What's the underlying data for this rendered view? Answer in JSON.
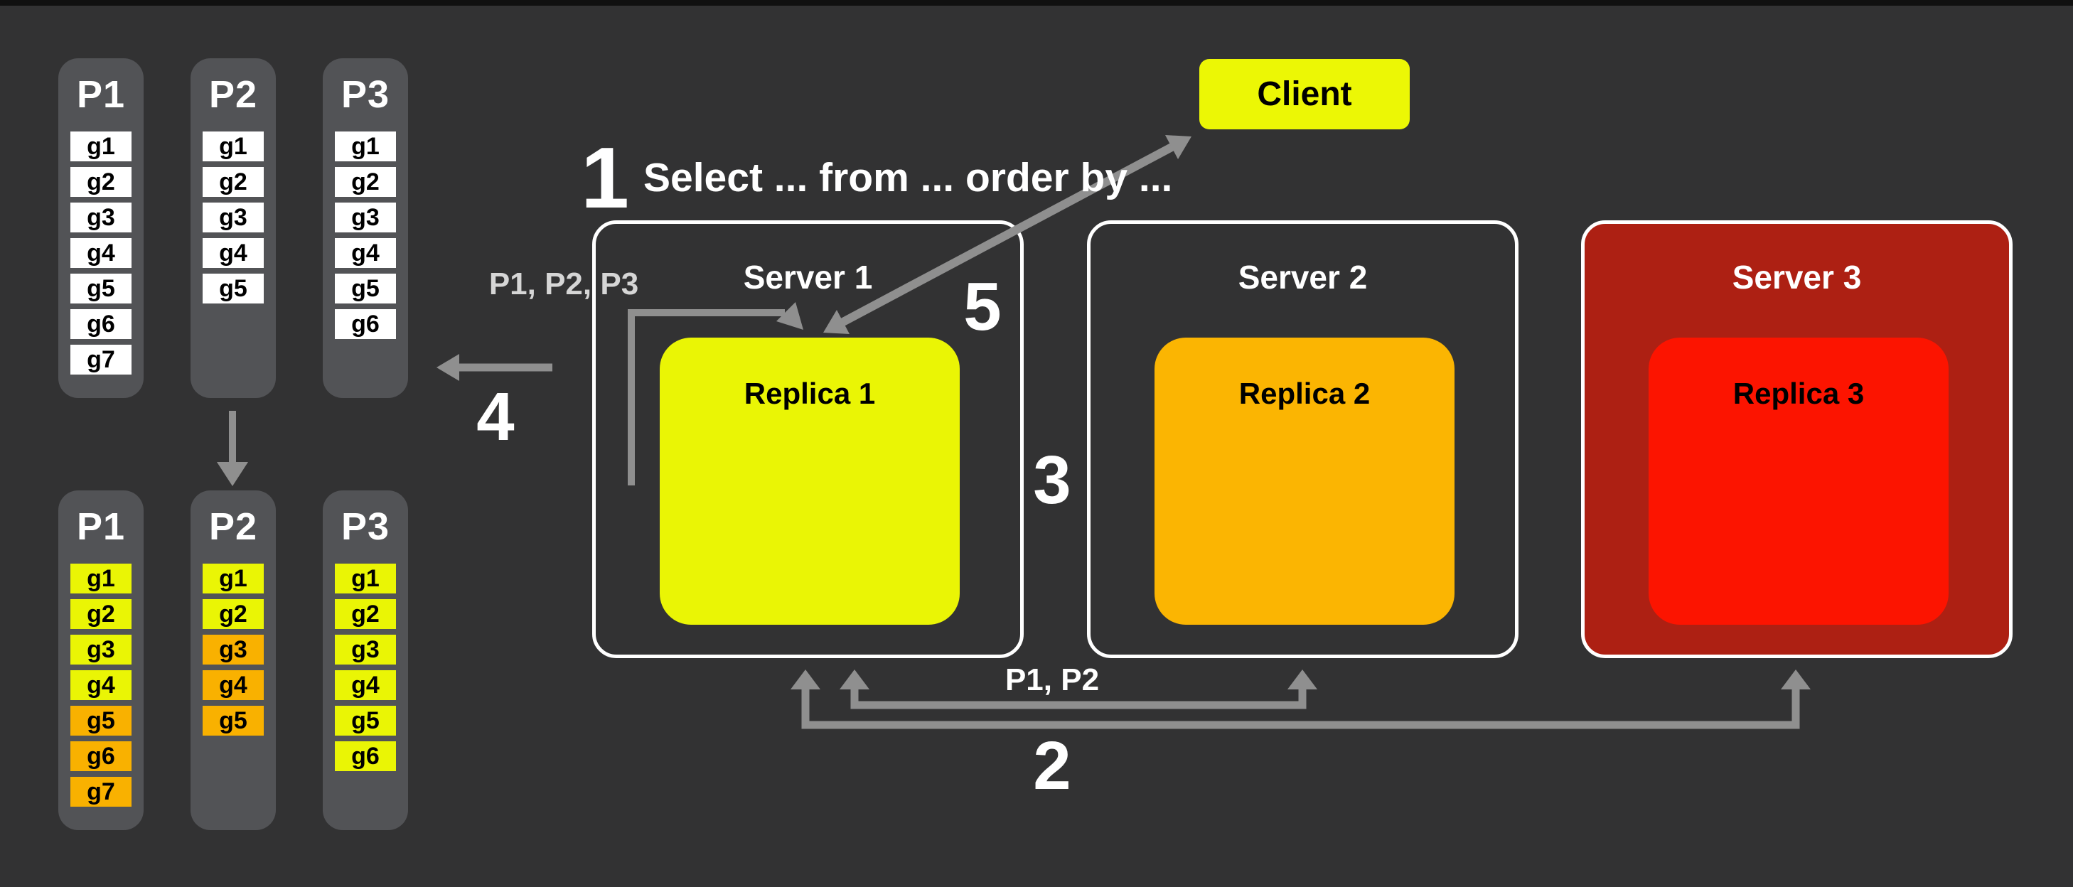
{
  "canvas": {
    "background": "#323233"
  },
  "colors": {
    "yellow": "#eaf505",
    "orange": "#f9b100",
    "replica2_orange": "#fbb502",
    "server3_dark_red": "#ad2013",
    "replica3_red": "#fc1400",
    "arrow_gray": "#8f8f8f",
    "column_gray": "#525356"
  },
  "partitions_before": [
    {
      "name": "P1",
      "cells": [
        {
          "label": "g1",
          "color": "white"
        },
        {
          "label": "g2",
          "color": "white"
        },
        {
          "label": "g3",
          "color": "white"
        },
        {
          "label": "g4",
          "color": "white"
        },
        {
          "label": "g5",
          "color": "white"
        },
        {
          "label": "g6",
          "color": "white"
        },
        {
          "label": "g7",
          "color": "white"
        }
      ]
    },
    {
      "name": "P2",
      "cells": [
        {
          "label": "g1",
          "color": "white"
        },
        {
          "label": "g2",
          "color": "white"
        },
        {
          "label": "g3",
          "color": "white"
        },
        {
          "label": "g4",
          "color": "white"
        },
        {
          "label": "g5",
          "color": "white"
        }
      ]
    },
    {
      "name": "P3",
      "cells": [
        {
          "label": "g1",
          "color": "white"
        },
        {
          "label": "g2",
          "color": "white"
        },
        {
          "label": "g3",
          "color": "white"
        },
        {
          "label": "g4",
          "color": "white"
        },
        {
          "label": "g5",
          "color": "white"
        },
        {
          "label": "g6",
          "color": "white"
        }
      ]
    }
  ],
  "partitions_after": [
    {
      "name": "P1",
      "cells": [
        {
          "label": "g1",
          "color": "yellow"
        },
        {
          "label": "g2",
          "color": "yellow"
        },
        {
          "label": "g3",
          "color": "yellow"
        },
        {
          "label": "g4",
          "color": "yellow"
        },
        {
          "label": "g5",
          "color": "orange"
        },
        {
          "label": "g6",
          "color": "orange"
        },
        {
          "label": "g7",
          "color": "orange"
        }
      ]
    },
    {
      "name": "P2",
      "cells": [
        {
          "label": "g1",
          "color": "yellow"
        },
        {
          "label": "g2",
          "color": "yellow"
        },
        {
          "label": "g3",
          "color": "orange"
        },
        {
          "label": "g4",
          "color": "orange"
        },
        {
          "label": "g5",
          "color": "orange"
        }
      ]
    },
    {
      "name": "P3",
      "cells": [
        {
          "label": "g1",
          "color": "yellow"
        },
        {
          "label": "g2",
          "color": "yellow"
        },
        {
          "label": "g3",
          "color": "yellow"
        },
        {
          "label": "g4",
          "color": "yellow"
        },
        {
          "label": "g5",
          "color": "yellow"
        },
        {
          "label": "g6",
          "color": "yellow"
        }
      ]
    }
  ],
  "client": {
    "label": "Client"
  },
  "servers": [
    {
      "name": "Server 1",
      "replica": {
        "label": "Replica 1"
      }
    },
    {
      "name": "Server 2",
      "replica": {
        "label": "Replica 2"
      }
    },
    {
      "name": "Server 3",
      "replica": {
        "label": "Replica 3"
      }
    }
  ],
  "steps": [
    {
      "num": "1",
      "label": "Select ... from ... order by ..."
    },
    {
      "num": "2"
    },
    {
      "num": "3"
    },
    {
      "num": "4"
    },
    {
      "num": "5"
    }
  ],
  "annotations": {
    "sent_partitions": "P1, P2, P3",
    "forward_partitions": "P1, P2"
  }
}
